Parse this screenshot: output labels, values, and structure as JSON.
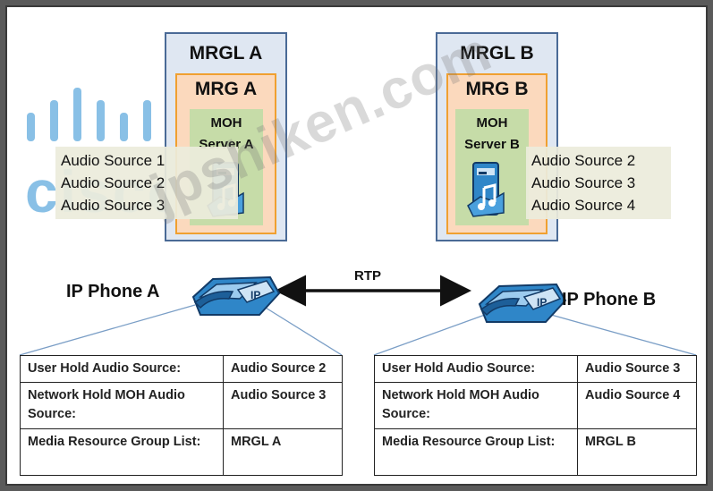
{
  "left_cluster": {
    "mrgl_label": "MRGL A",
    "mrg_label": "MRG A",
    "moh_line1": "MOH",
    "moh_line2": "Server  A",
    "audio_sources": [
      "Audio Source 1",
      "Audio Source 2",
      "Audio Source 3"
    ]
  },
  "right_cluster": {
    "mrgl_label": "MRGL B",
    "mrg_label": "MRG B",
    "moh_line1": "MOH",
    "moh_line2": "Server  B",
    "audio_sources": [
      "Audio Source 2",
      "Audio Source 3",
      "Audio Source 4"
    ]
  },
  "link": {
    "label": "RTP"
  },
  "phone_a": {
    "label": "IP Phone A",
    "screen_text": "IP",
    "rows": [
      {
        "key": "User Hold Audio Source:",
        "value": "Audio Source 2"
      },
      {
        "key": "Network Hold MOH Audio Source:",
        "value": "Audio Source 3"
      },
      {
        "key": "Media Resource Group List:",
        "value": "MRGL  A"
      }
    ]
  },
  "phone_b": {
    "label": "IP Phone B",
    "screen_text": "IP",
    "rows": [
      {
        "key": "User Hold Audio Source:",
        "value": "Audio Source 3"
      },
      {
        "key": "Network Hold MOH Audio Source:",
        "value": "Audio Source 4"
      },
      {
        "key": "Media Resource Group List:",
        "value": "MRGL  B"
      }
    ]
  },
  "watermarks": {
    "logo_text": "cisco",
    "site_text": "jpshiken.com"
  },
  "colors": {
    "mrgl_fill": "#dfe7f2",
    "mrg_fill": "#fbd9bd",
    "moh_fill": "#c6dca8",
    "phone_blue": "#2f86c8"
  }
}
